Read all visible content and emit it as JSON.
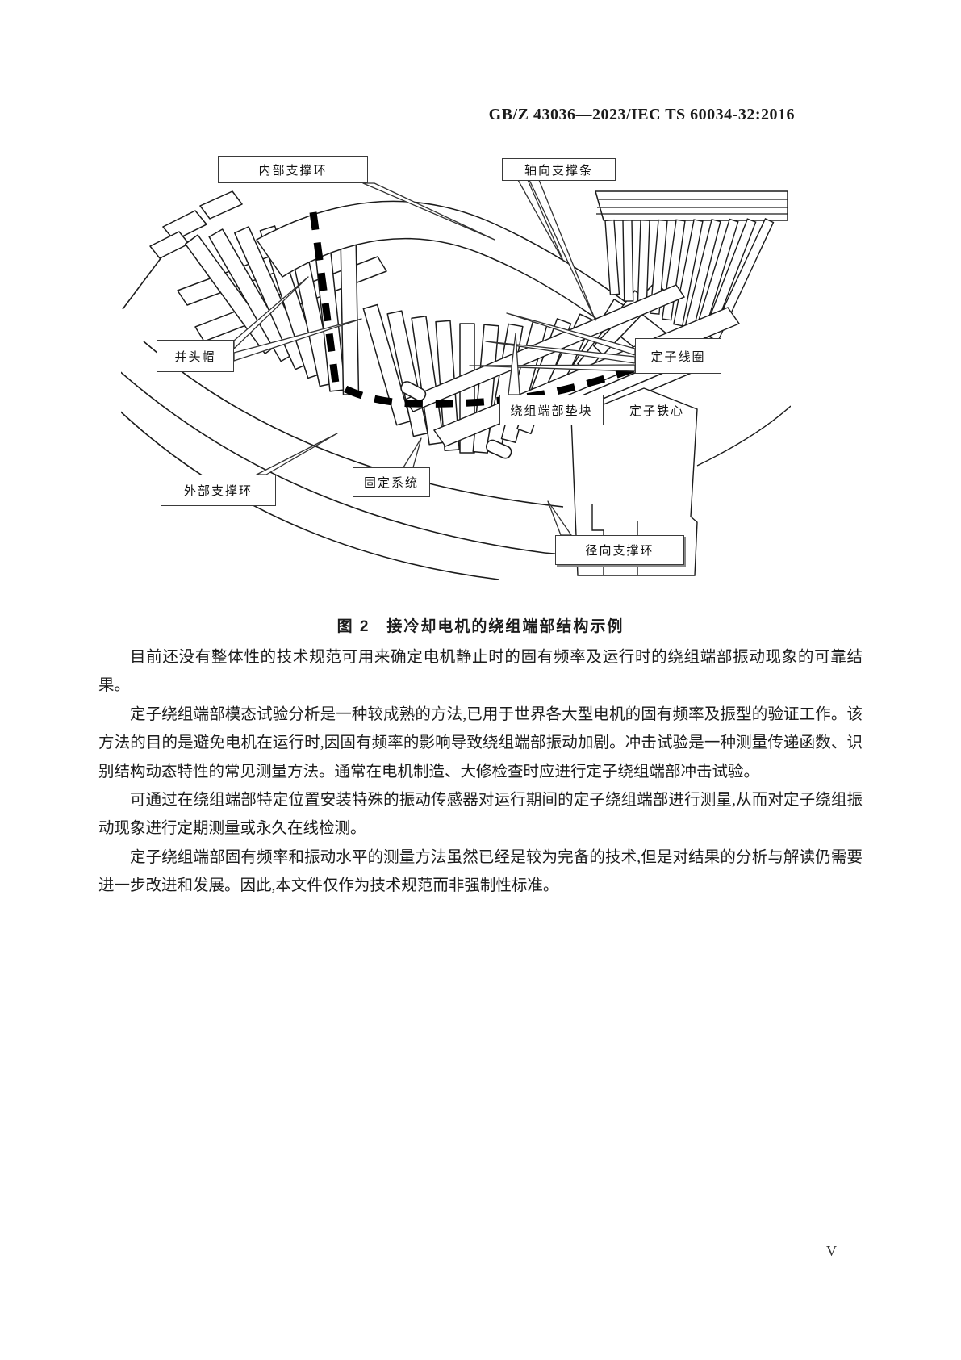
{
  "header": {
    "doc_number": "GB/Z 43036—2023/IEC TS 60034-32:2016"
  },
  "figure": {
    "caption": "图 2　接冷却电机的绕组端部结构示例",
    "labels": {
      "inner_support_ring": "内部支撑环",
      "axial_support_bar": "轴向支撑条",
      "end_cap": "并头帽",
      "stator_coil": "定子线圈",
      "end_winding_block": "绕组端部垫块",
      "stator_core": "定子铁心",
      "outer_support_ring": "外部支撑环",
      "fixing_system": "固定系统",
      "radial_support_ring": "径向支撑环"
    }
  },
  "paragraphs": [
    "目前还没有整体性的技术规范可用来确定电机静止时的固有频率及运行时的绕组端部振动现象的可靠结果。",
    "定子绕组端部模态试验分析是一种较成熟的方法,已用于世界各大型电机的固有频率及振型的验证工作。该方法的目的是避免电机在运行时,因固有频率的影响导致绕组端部振动加剧。冲击试验是一种测量传递函数、识别结构动态特性的常见测量方法。通常在电机制造、大修检查时应进行定子绕组端部冲击试验。",
    "可通过在绕组端部特定位置安装特殊的振动传感器对运行期间的定子绕组端部进行测量,从而对定子绕组振动现象进行定期测量或永久在线检测。",
    "定子绕组端部固有频率和振动水平的测量方法虽然已经是较为完备的技术,但是对结果的分析与解读仍需要进一步改进和发展。因此,本文件仅作为技术规范而非强制性标准。"
  ],
  "page_number": "V"
}
